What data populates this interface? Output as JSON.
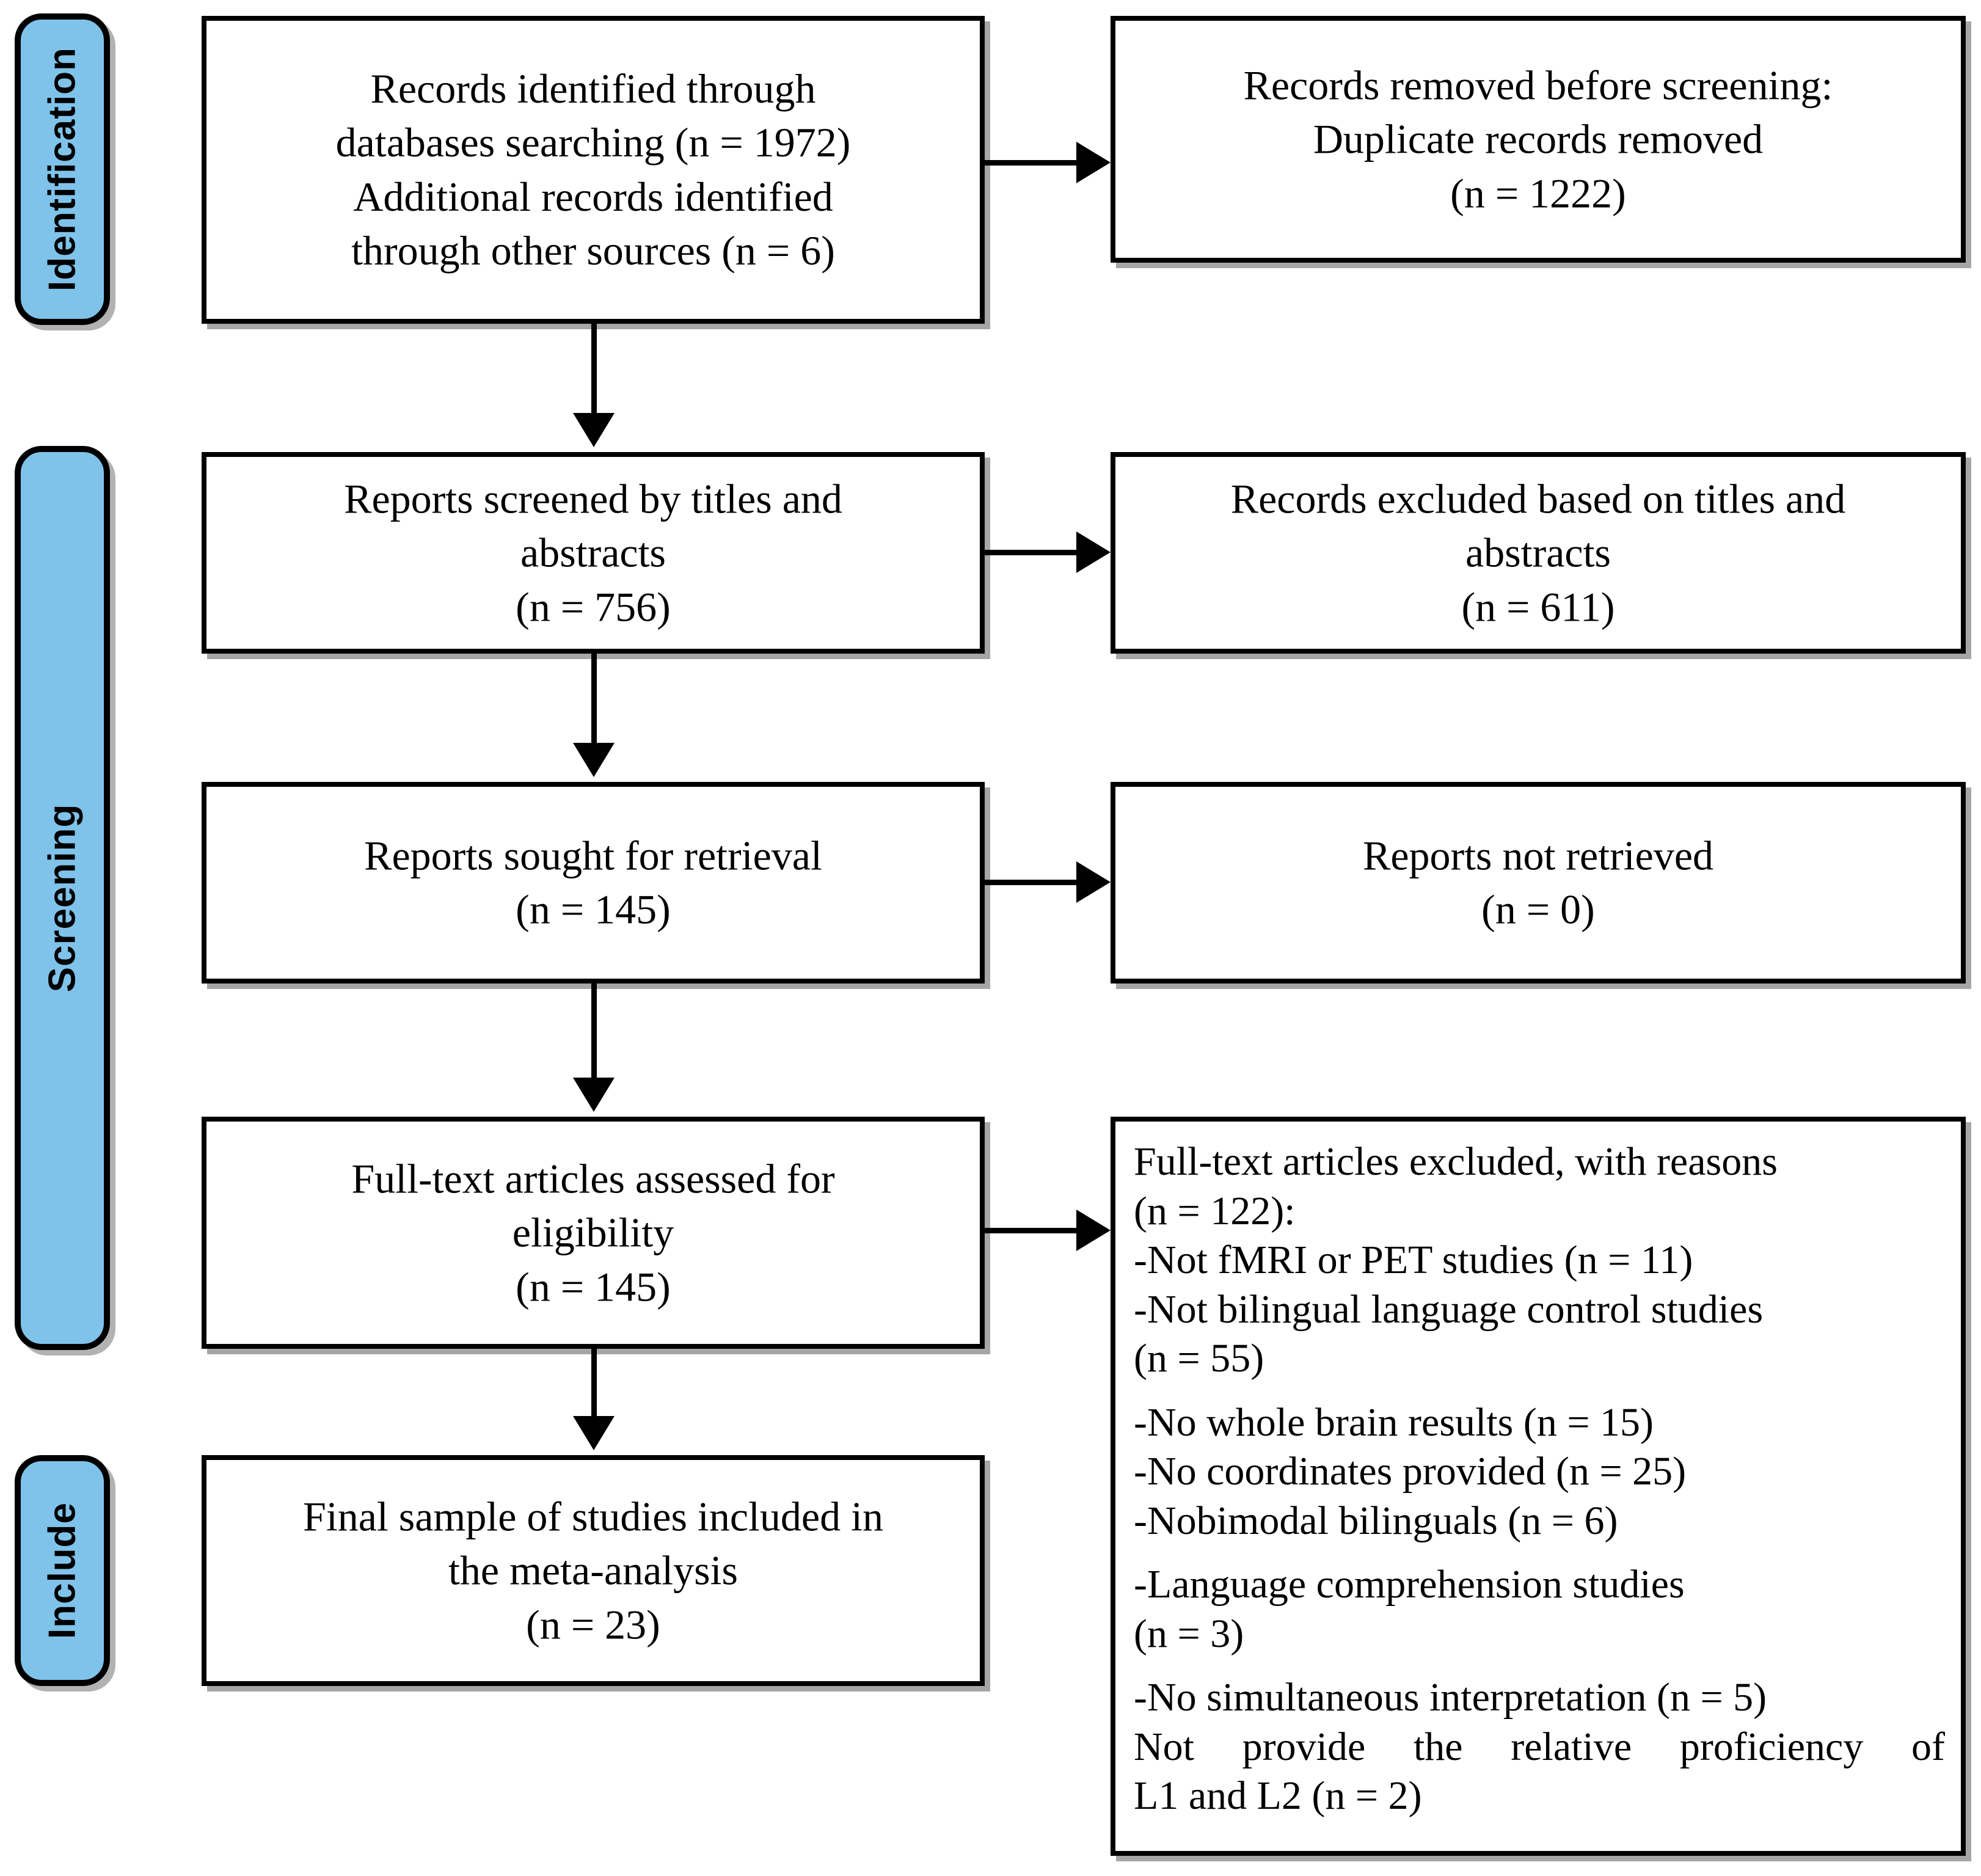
{
  "diagram": {
    "type": "PRISMA flow diagram",
    "accent_color": "#7FC3EA",
    "line_color": "#000000",
    "background": "#FFFFFF"
  },
  "stages": [
    {
      "id": "identification",
      "label": "Identification"
    },
    {
      "id": "screening",
      "label": "Screening"
    },
    {
      "id": "include",
      "label": "Include"
    }
  ],
  "boxes": {
    "identified": {
      "text": "Records identified through\ndatabases searching (n = 1972)\nAdditional records identified\nthrough other sources (n = 6)"
    },
    "removed_before_screening": {
      "text": "Records removed before screening:\nDuplicate records removed\n(n = 1222)"
    },
    "screened": {
      "text": "Reports screened by titles and\nabstracts\n(n = 756)"
    },
    "excluded_titles_abstracts": {
      "text": "Records excluded based on titles and\nabstracts\n(n = 611)"
    },
    "sought_retrieval": {
      "text": "Reports sought for retrieval\n(n = 145)"
    },
    "not_retrieved": {
      "text": "Reports not retrieved\n(n = 0)"
    },
    "assessed_eligibility": {
      "text": "Full-text articles assessed for\neligibility\n(n = 145)"
    },
    "final_sample": {
      "text": "Final  sample of studies included in\nthe meta-analysis\n(n = 23)"
    }
  },
  "excluded_reasons": {
    "heading": "Full-text articles excluded, with reasons",
    "heading_count": "(n = 122):",
    "items": [
      {
        "line1": "-Not fMRI or PET studies (n = 11)",
        "line2": "",
        "gap_after": false
      },
      {
        "line1": "-Not bilingual language control studies",
        "line2": "(n = 55)",
        "gap_after": true
      },
      {
        "line1": "-No whole brain results  (n = 15)",
        "line2": "",
        "gap_after": false
      },
      {
        "line1": "-No coordinates provided (n = 25)",
        "line2": "",
        "gap_after": false
      },
      {
        "line1": "-Nobimodal bilinguals (n = 6)",
        "line2": "",
        "gap_after": true
      },
      {
        "line1": "-Language comprehension studies",
        "line2": "(n = 3)",
        "gap_after": true
      },
      {
        "line1": "-No  simultaneous  interpretation  (n = 5)",
        "line2": "",
        "gap_after": false
      },
      {
        "line1": "Not  provide  the  relative  proficiency  of",
        "line2": "L1 and L2 (n = 2)",
        "gap_after": false
      }
    ]
  },
  "connectors": [
    {
      "id": "identified-to-removed",
      "direction": "right"
    },
    {
      "id": "identified-to-screened",
      "direction": "down"
    },
    {
      "id": "screened-to-excluded",
      "direction": "right"
    },
    {
      "id": "screened-to-sought",
      "direction": "down"
    },
    {
      "id": "sought-to-notretrieved",
      "direction": "right"
    },
    {
      "id": "sought-to-assessed",
      "direction": "down"
    },
    {
      "id": "assessed-to-excludedreasons",
      "direction": "right"
    },
    {
      "id": "assessed-to-final",
      "direction": "down"
    }
  ]
}
